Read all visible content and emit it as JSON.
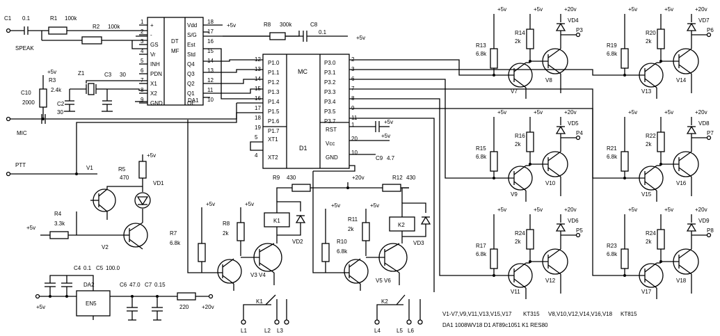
{
  "chips": {
    "da1": {
      "name": "DA1",
      "left_pins": [
        "+",
        "-",
        "GS",
        "Vr",
        "INH",
        "PDN",
        "X1",
        "X2",
        "GND"
      ],
      "left_nums": [
        "1",
        "2",
        "3",
        "4",
        "5",
        "6",
        "7",
        "8",
        "9"
      ],
      "right_pins": [
        "Vdd",
        "S/G",
        "Est",
        "Std",
        "Q4",
        "Q3",
        "Q2",
        "Q1",
        "OE"
      ],
      "right_nums": [
        "18",
        "17",
        "16",
        "15",
        "14",
        "13",
        "12",
        "11",
        "10"
      ],
      "center": [
        "DT",
        "MF"
      ]
    },
    "d1": {
      "name": "D1",
      "title": "MC",
      "left_pins": [
        "P1.0",
        "P1.1",
        "P1.2",
        "P1.3",
        "P1.4",
        "P1.5",
        "P1.6",
        "P1.7"
      ],
      "left_nums": [
        "12",
        "13",
        "14",
        "15",
        "16",
        "17",
        "18",
        "19"
      ],
      "xt": [
        "XT1",
        "XT2"
      ],
      "xt_nums": [
        "5",
        "4"
      ],
      "right_pins": [
        "P3.0",
        "P3.1",
        "P3.2",
        "P3.3",
        "P3.4",
        "P3.5",
        "P3.7"
      ],
      "right_nums": [
        "2",
        "3",
        "6",
        "7",
        "8",
        "9",
        "11"
      ],
      "rst": "RST",
      "vcc": "Vcc",
      "gnd": "GND",
      "rst_num": "1",
      "vcc_num": "20",
      "gnd_num": "10"
    },
    "da2": {
      "name": "DA2",
      "body": "EN5"
    },
    "k1": "K1",
    "k2": "K2"
  },
  "components": {
    "c1": "C1",
    "c1_val": "0.1",
    "r1": "R1",
    "r1_val": "100k",
    "r2": "R2",
    "r2_val": "100k",
    "speak": "SPEAK",
    "r3": "R3",
    "r3_val": "2.4k",
    "r3_pwr": "+5v",
    "c10": "C10",
    "c10_val": "2000",
    "c2": "C2",
    "c2_val": "30",
    "z1": "Z1",
    "c3": "C3",
    "c3_val": "30",
    "mic": "MIC",
    "r8top": "R8",
    "r8top_val": "300k",
    "c8": "C8",
    "c8_val": "0.1",
    "ptt": "PTT",
    "v1": "V1",
    "v2": "V2",
    "r5": "R5",
    "r5_val": "470",
    "vd1": "VD1",
    "r4": "R4",
    "r4_val": "3.3k",
    "r7": "R7",
    "r7_val": "6.8k",
    "r8": "R8",
    "r8_val": "2k",
    "v3v4": "V3 V4",
    "vd2": "VD2",
    "r9": "R9",
    "r9_val": "430",
    "r12": "R12",
    "r12_val": "430",
    "r10": "R10",
    "r10_val": "6.8k",
    "r11": "R11",
    "r11_val": "2k",
    "v5v6": "V5 V6",
    "vd3": "VD3",
    "c9": "C9",
    "c9_val": "4.7",
    "c4": "C4",
    "c4_val": "0.1",
    "c5": "C5",
    "c5_val": "100.0",
    "c6": "C6",
    "c6_val": "47.0",
    "c7": "C7",
    "c7_val": "0.15",
    "r_lin": "220",
    "l_labels": [
      "L1",
      "L2",
      "L3",
      "L4",
      "L5",
      "L6"
    ]
  },
  "channels": [
    {
      "rb": "R13",
      "rb_val": "6.8k",
      "rc": "R14",
      "rc_val": "2k",
      "q1": "V7",
      "q2": "V8",
      "vd": "VD4",
      "p": "P3"
    },
    {
      "rb": "R19",
      "rb_val": "6.8k",
      "rc": "R20",
      "rc_val": "2k",
      "q1": "V13",
      "q2": "V14",
      "vd": "VD7",
      "p": "P6"
    },
    {
      "rb": "R15",
      "rb_val": "6.8k",
      "rc": "R16",
      "rc_val": "2k",
      "q1": "V9",
      "q2": "V10",
      "vd": "VD5",
      "p": "P4"
    },
    {
      "rb": "R21",
      "rb_val": "6.8k",
      "rc": "R22",
      "rc_val": "2k",
      "q1": "V15",
      "q2": "V16",
      "vd": "VD8",
      "p": "P7"
    },
    {
      "rb": "R17",
      "rb_val": "6.8k",
      "rc": "R24",
      "rc_val": "2k",
      "q1": "V11",
      "q2": "V12",
      "vd": "VD6",
      "p": "P5"
    },
    {
      "rb": "R23",
      "rb_val": "6.8k",
      "rc": "R24",
      "rc_val": "2k",
      "q1": "V17",
      "q2": "V18",
      "vd": "VD9",
      "p": "P8"
    }
  ],
  "power": {
    "p5": "+5v",
    "p20": "+20v"
  },
  "notes": {
    "line1a": "V1-V7,V9,V11,V13,V15,V17",
    "line1b": "KT315",
    "line1c": "V8,V10,V12,V14,V16,V18",
    "line1d": "KT815",
    "line2": "DA1 1008WV18  D1  AT89c1051   K1  RES80"
  }
}
